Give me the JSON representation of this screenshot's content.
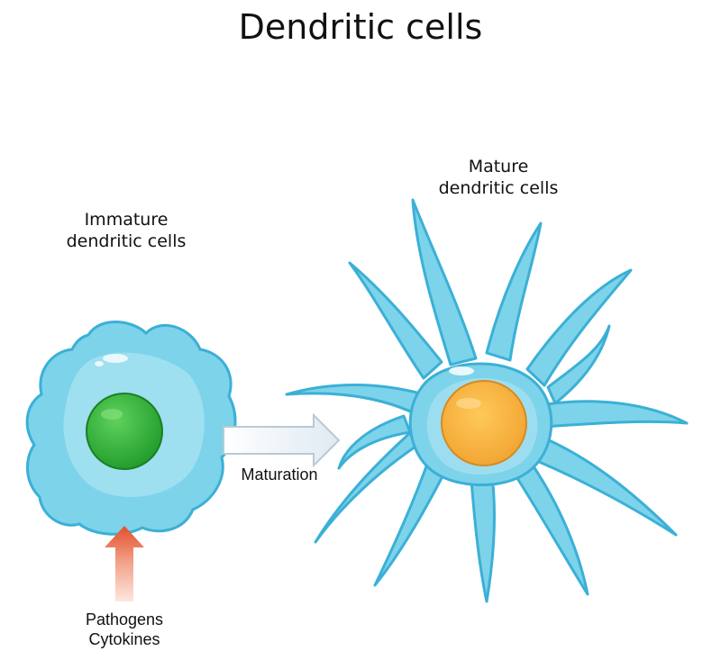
{
  "diagram": {
    "title": "Dendritic cells",
    "immature_label": [
      "Immature",
      "dendritic cells"
    ],
    "mature_label": [
      "Mature",
      "dendritic cells"
    ],
    "maturation_label": "Maturation",
    "stimulus_label": [
      "Pathogens",
      "Cytokines"
    ]
  },
  "colors": {
    "cell_body": "#7dd3ea",
    "cell_outline": "#3bb0d6",
    "immature_nucleus": "#2fa832",
    "mature_nucleus": "#f5b23d",
    "maturation_arrow": "#e9f1f6",
    "stimulus_arrow": "#e65b3a"
  }
}
